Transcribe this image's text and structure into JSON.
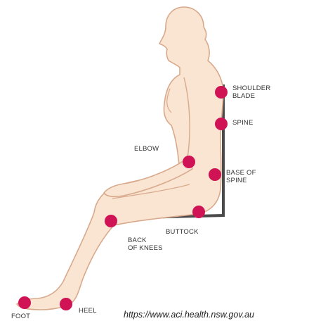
{
  "colors": {
    "skin": "#f9e5d2",
    "outline": "#d8a98c",
    "chair": "#4a4a4a",
    "point": "#cf1355"
  },
  "labels": {
    "shoulder_blade": [
      "SHOULDER",
      "BLADE"
    ],
    "spine": "SPINE",
    "elbow": "ELBOW",
    "base_of_spine": [
      "BASE OF",
      "SPINE"
    ],
    "buttock": "BUTTOCK",
    "back_of_knees": [
      "BACK",
      "OF KNEES"
    ],
    "heel": "HEEL",
    "foot": "FOOT"
  },
  "source_url": "https://www.aci.health.nsw.gov.au"
}
